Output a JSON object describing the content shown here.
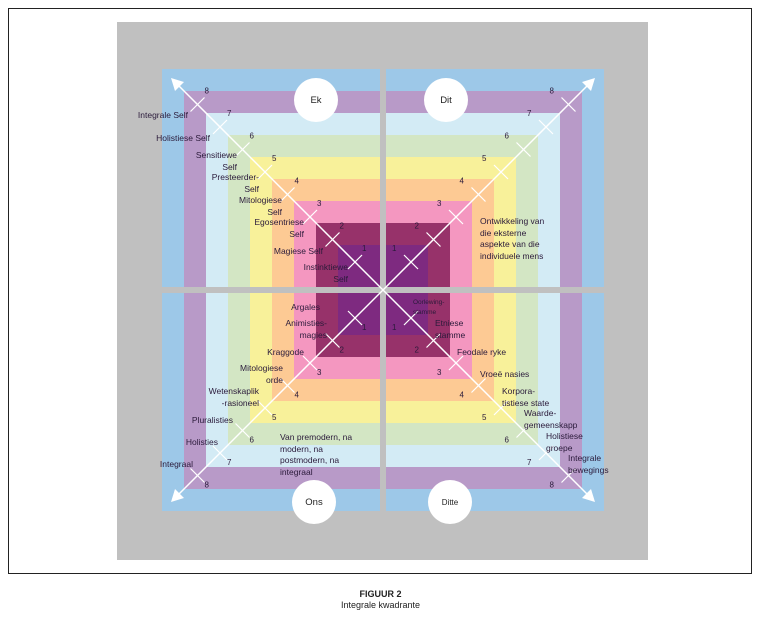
{
  "colors": {
    "frame_bg": "#c0c0c0",
    "bands": [
      "#9dc8e8",
      "#b89ac8",
      "#d3ebf5",
      "#d3e6c4",
      "#f8f19a",
      "#fdca94",
      "#f497c0",
      "#97326a",
      "#7e2a80"
    ]
  },
  "quadrants": {
    "top_left": "Ek",
    "top_right": "Dit",
    "bottom_left": "Ons",
    "bottom_right": "Ditte"
  },
  "levels": [
    "1",
    "2",
    "3",
    "4",
    "5",
    "6",
    "7",
    "8"
  ],
  "top_left_labels": [
    "Integrale Self",
    "Holistiese Self",
    "Sensitiewe\nSelf",
    "Presteerder-\nSelf",
    "Mitologiese\nSelf",
    "Egosentriese\nSelf",
    "Magiese Self",
    "Instinktiewe\nSelf"
  ],
  "top_right_note": "Ontwikkeling van\ndie eksterne\naspekte van die\nindividuele mens",
  "bottom_left_labels": [
    "Argales",
    "Animisties-\nmagies",
    "Kraggode",
    "Mitologiese\norde",
    "Wetenskaplik\n-rasioneel",
    "Pluralisties",
    "Holisties",
    "Integraal"
  ],
  "bottom_left_note": "Van premodern, na\nmodern, na\npostmodern, na\nintegraal",
  "bottom_right_labels": [
    "Oorlewing-\nstamme",
    "Etniese\nstamme",
    "Feodale ryke",
    "Vroeë nasies",
    "Korpora-\ntistiese state",
    "Waarde-\ngemeenskapp",
    "Holistiese\ngroepe",
    "Integrale\nbewegings"
  ],
  "caption": {
    "title": "FIGUUR 2",
    "subtitle": "Integrale kwadrante"
  }
}
